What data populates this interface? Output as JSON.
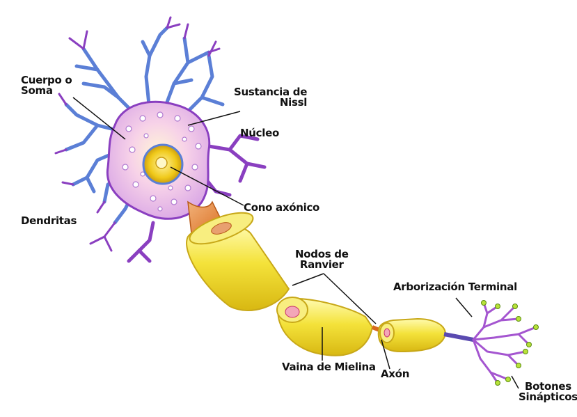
{
  "labels": {
    "cuerpo": [
      "Cuerpo o",
      "Soma"
    ],
    "sustancia": [
      "Sustancia de",
      "Nissl"
    ],
    "nucleo": "Núcleo",
    "cono": "Cono axónico",
    "dendritas": "Dendritas",
    "nodos": [
      "Nodos de",
      "Ranvier"
    ],
    "arborizacion": "Arborización Terminal",
    "vaina": "Vaina de Mielina",
    "axon": "Axón",
    "botones": [
      "Botones",
      "Sinápticos"
    ]
  },
  "colors": {
    "dendrite_blue": "#5b7fd6",
    "dendrite_purple": "#8a3fc0",
    "soma_pink": "#f4c6e2",
    "nucleus_yellow": "#f0d020",
    "myelin_yellow": "#f6e64a",
    "axon_orange": "#d87b2e",
    "terminal_purple": "#a455d0",
    "bouton_green": "#b8e23a"
  }
}
